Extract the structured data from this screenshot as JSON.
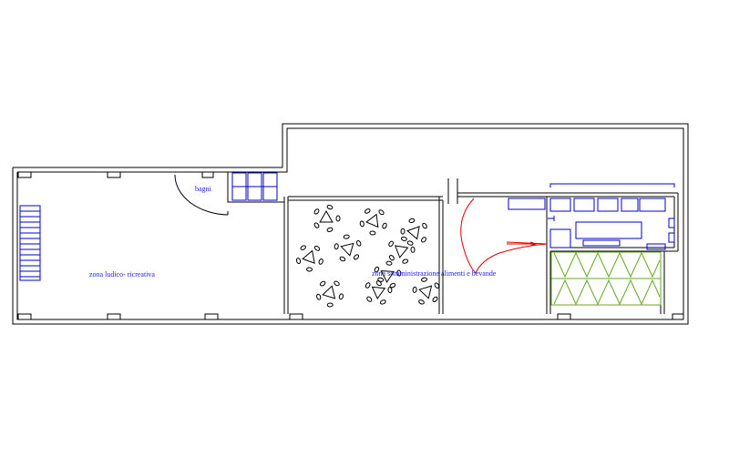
{
  "labels": {
    "bagni": "bagni",
    "zona_ludico": "zona ludico- ricreativa",
    "zona_somministrazione": "zona somministrazione alimenti e bevande"
  },
  "colors": {
    "walls": "#000000",
    "furniture": "#0000cc",
    "labels": "#1a1aff",
    "service_path": "#dd0000",
    "storage_hatch": "#66aa22"
  },
  "tables": {
    "count": 10,
    "chairs_per_table": 5
  }
}
